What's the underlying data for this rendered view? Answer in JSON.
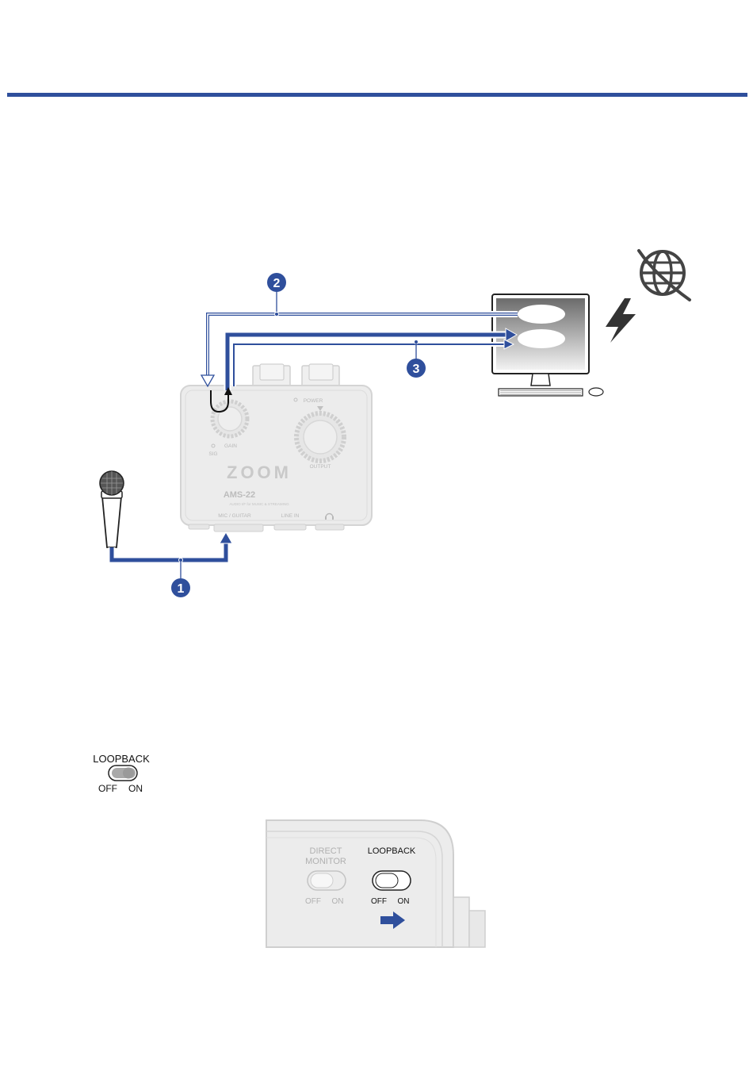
{
  "diagram": {
    "steps": [
      "1",
      "2",
      "3"
    ],
    "device": {
      "brand": "ZOOM",
      "model": "AMS-22",
      "tagline": "AUDIO I/F for MUSIC & STREAMING",
      "gain_label": "GAIN",
      "sig_label": "SIG",
      "power_label": "POWER",
      "output_label": "OUTPUT",
      "mic_guitar_label": "MIC / GUITAR",
      "line_in_label": "LINE IN"
    }
  },
  "switch_icon": {
    "label": "LOOPBACK",
    "off": "OFF",
    "on": "ON"
  },
  "panel_closeup": {
    "direct_monitor_line1": "DIRECT",
    "direct_monitor_line2": "MONITOR",
    "direct_off": "OFF",
    "direct_on": "ON",
    "loopback_label": "LOOPBACK",
    "loopback_off": "OFF",
    "loopback_on": "ON"
  },
  "colors": {
    "accent": "#2f4f9c",
    "device": "#ebebeb",
    "device_outline": "#d6d6d6",
    "label_gray": "#b5b5b5"
  }
}
